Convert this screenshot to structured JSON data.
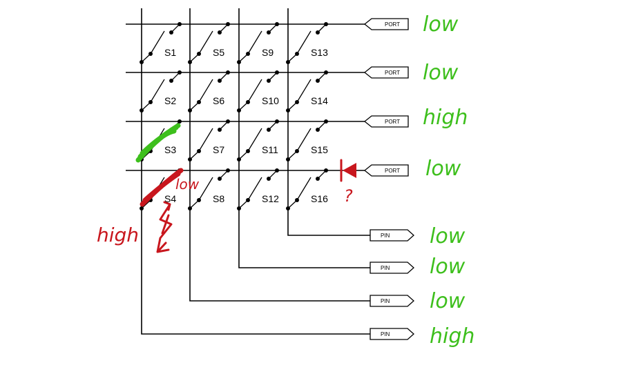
{
  "switch_labels": [
    "S1",
    "S2",
    "S3",
    "S4",
    "S5",
    "S6",
    "S7",
    "S8",
    "S9",
    "S10",
    "S11",
    "S12",
    "S13",
    "S14",
    "S15",
    "S16"
  ],
  "port_label": "PORT",
  "pin_label": "PIN",
  "row_states": [
    "low",
    "low",
    "high",
    "low"
  ],
  "col_states": [
    "low",
    "low",
    "low",
    "high"
  ],
  "annotations": {
    "left_state": "high",
    "near_switch_state": "low",
    "question": "?"
  },
  "colors": {
    "green_ink": "#3dbf1c",
    "red_ink": "#c8161d",
    "wire": "#000000"
  }
}
